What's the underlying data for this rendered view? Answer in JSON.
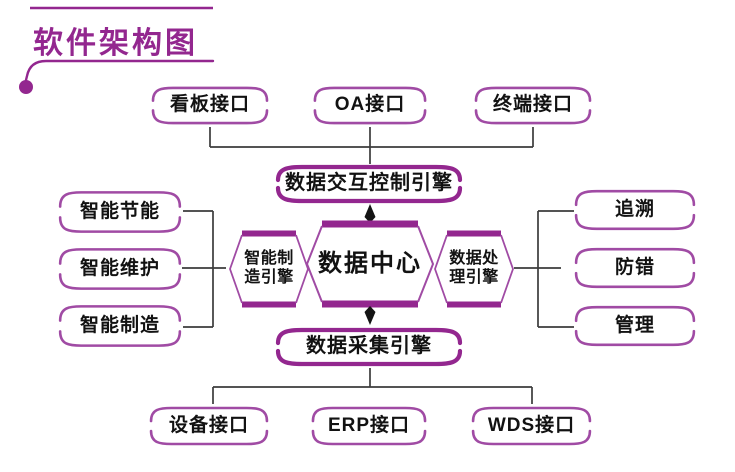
{
  "title": {
    "text": "软件架构图"
  },
  "colors": {
    "accent": "#93278f",
    "shape_thick": "#93278f",
    "shape_thin": "#a04ba4",
    "connector": "#3c3c3c",
    "label_text": "#121212"
  },
  "top_interfaces": [
    {
      "label": "看板接口"
    },
    {
      "label": "OA接口"
    },
    {
      "label": "终端接口"
    }
  ],
  "engines": {
    "interaction": "数据交互控制引擎",
    "collection": "数据采集引擎"
  },
  "center": {
    "label": "数据中心"
  },
  "side_engines": {
    "left": {
      "line1": "智能制",
      "line2": "造引擎"
    },
    "right": {
      "line1": "数据处",
      "line2": "理引擎"
    }
  },
  "left_modules": [
    {
      "label": "智能节能"
    },
    {
      "label": "智能维护"
    },
    {
      "label": "智能制造"
    }
  ],
  "right_modules": [
    {
      "label": "追溯"
    },
    {
      "label": "防错"
    },
    {
      "label": "管理"
    }
  ],
  "bottom_interfaces": [
    {
      "label": "设备接口"
    },
    {
      "label": "ERP接口"
    },
    {
      "label": "WDS接口"
    }
  ]
}
